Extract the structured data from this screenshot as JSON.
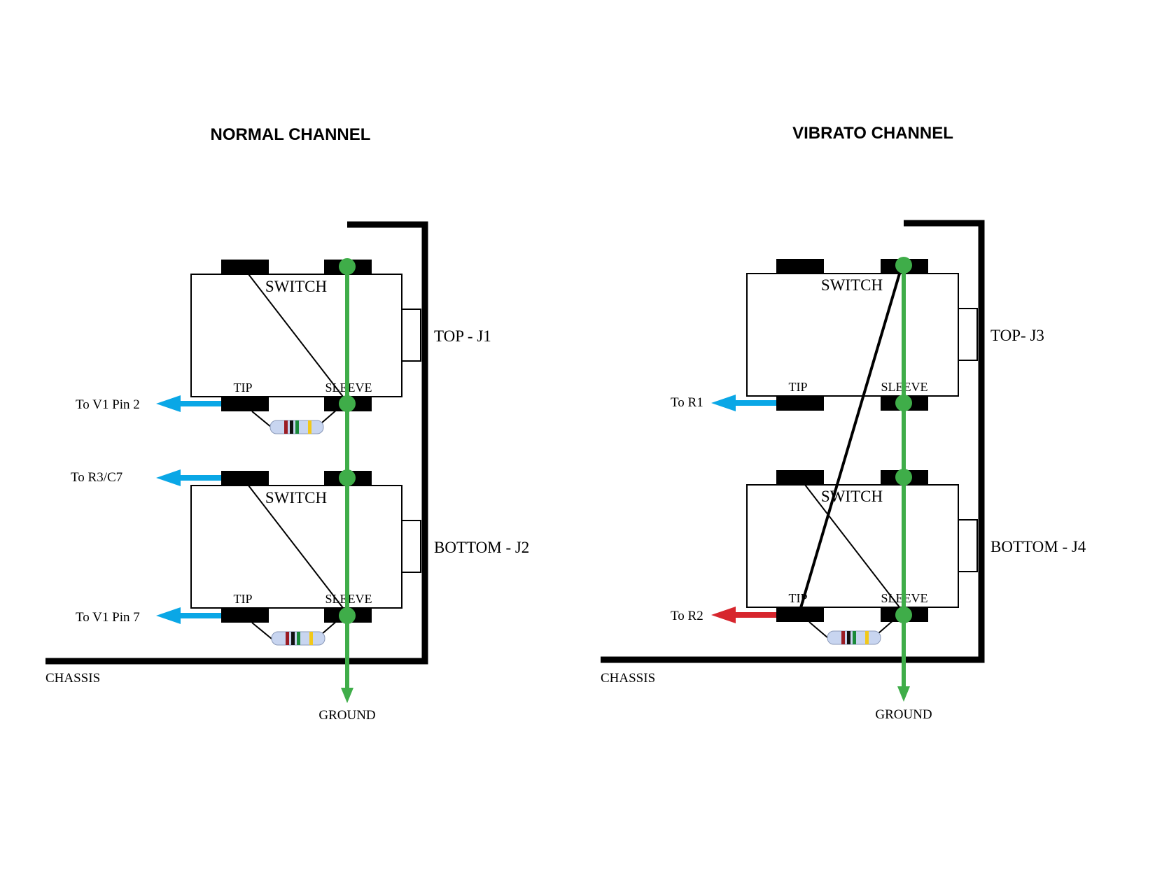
{
  "normal": {
    "title": "NORMAL CHANNEL",
    "switch_top": "SWITCH",
    "switch_bottom": "SWITCH",
    "tip_top": "TIP",
    "sleeve_top": "SLEEVE",
    "tip_bottom": "TIP",
    "sleeve_bottom": "SLEEVE",
    "jack_top": "TOP - J1",
    "jack_bottom": "BOTTOM - J2",
    "out_top_tip": "To V1 Pin 2",
    "out_bottom_top": "To R3/C7",
    "out_bottom_tip": "To V1 Pin 7",
    "chassis": "CHASSIS",
    "ground": "GROUND"
  },
  "vibrato": {
    "title": "VIBRATO CHANNEL",
    "switch_top": "SWITCH",
    "switch_bottom": "SWITCH",
    "tip_top": "TIP",
    "sleeve_top": "SLEEVE",
    "tip_bottom": "TIP",
    "sleeve_bottom": "SLEEVE",
    "jack_top": "TOP- J3",
    "jack_bottom": "BOTTOM - J4",
    "out_top_tip": "To R1",
    "out_bottom_tip": "To R2",
    "chassis": "CHASSIS",
    "ground": "GROUND"
  },
  "colors": {
    "ground_wire": "#3fad49",
    "signal_blue": "#0aa7e6",
    "signal_red": "#d7262d",
    "chassis": "#000000",
    "resistor_body": "#c8d5f0",
    "band_red": "#9b1c24",
    "band_black": "#111111",
    "band_green": "#1a8a3a",
    "band_gold": "#f2c81a"
  }
}
